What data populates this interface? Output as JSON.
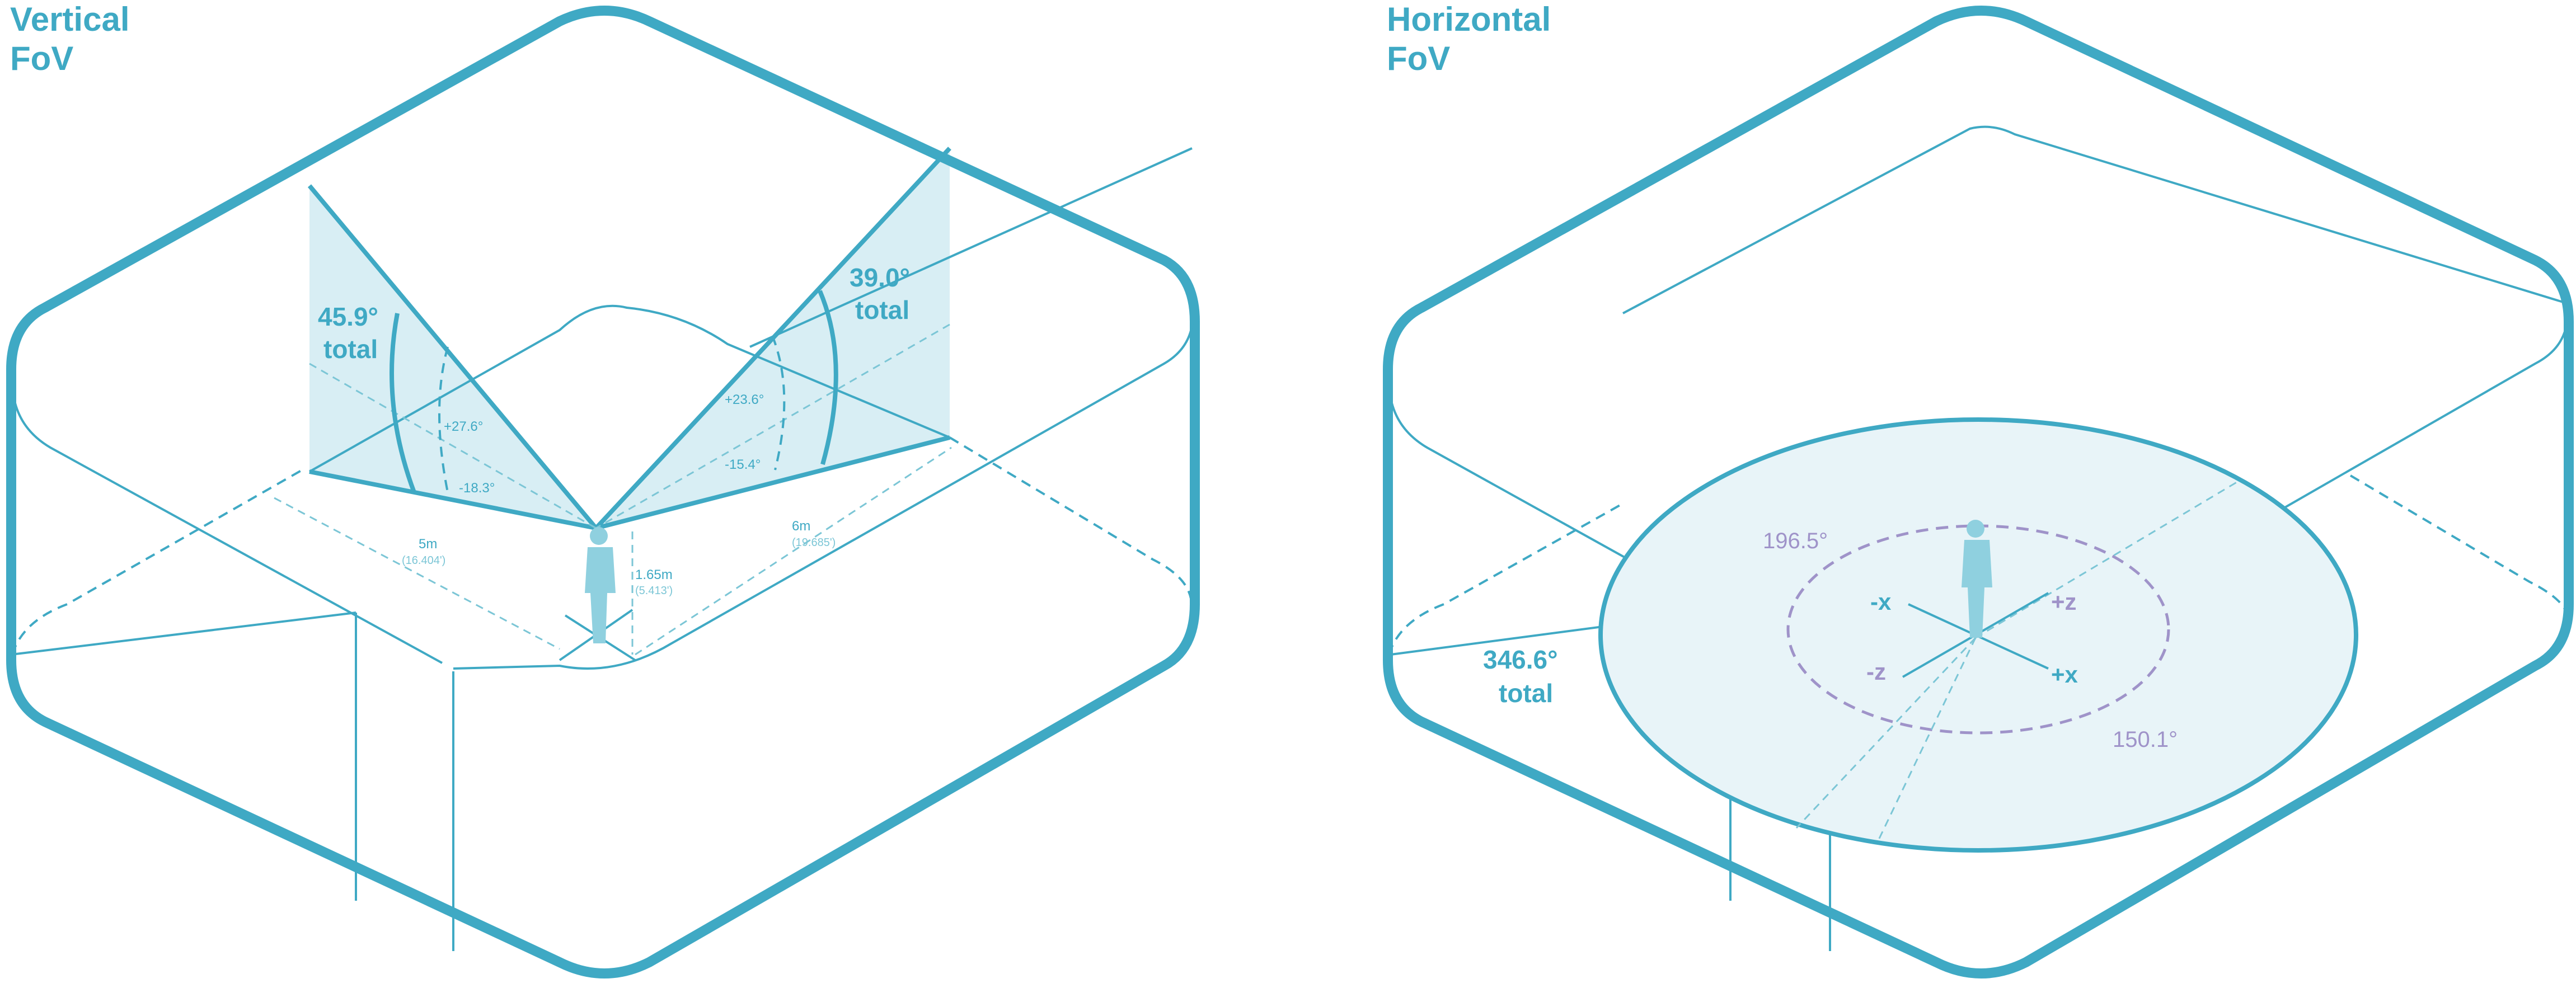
{
  "vertical": {
    "title_line1": "Vertical",
    "title_line2": "FoV",
    "left_total_value": "45.9°",
    "left_total_label": "total",
    "left_up": "+27.6°",
    "left_down": "-18.3°",
    "right_total_value": "39.0°",
    "right_total_label": "total",
    "right_up": "+23.6°",
    "right_down": "-15.4°",
    "dist_left": "5m",
    "dist_left_ft": "(16.404')",
    "dist_right": "6m",
    "dist_right_ft": "(19.685')",
    "height": "1.65m",
    "height_ft": "(5.413')"
  },
  "horizontal": {
    "title_line1": "Horizontal",
    "title_line2": "FoV",
    "total_value": "346.6°",
    "total_label": "total",
    "angle_a": "196.5°",
    "angle_b": "150.1°",
    "axis_neg_x": "-x",
    "axis_pos_z": "+z",
    "axis_neg_z": "-z",
    "axis_pos_x": "+x"
  },
  "colors": {
    "primary": "#3FA9C4",
    "fill_light": "#D4ECF3",
    "purple": "#9F93C9"
  },
  "icons": {
    "person": "person-silhouette-icon"
  }
}
